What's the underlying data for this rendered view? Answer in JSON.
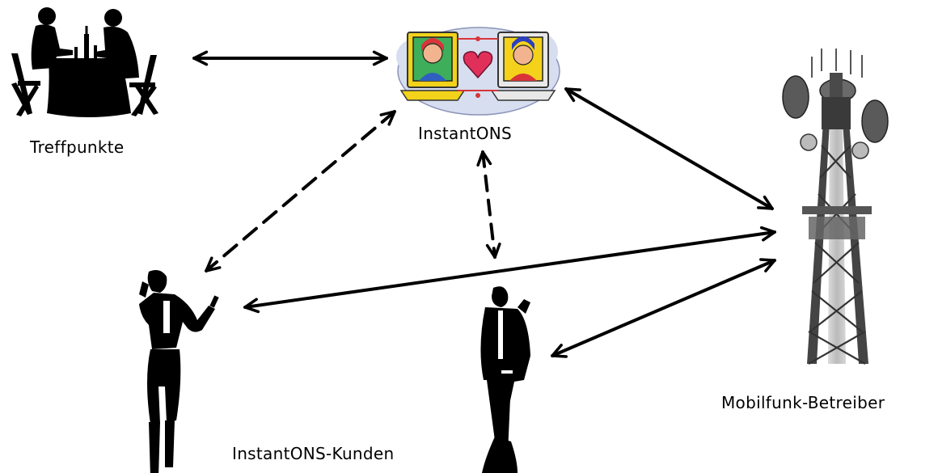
{
  "labels": {
    "meeting_points": "Treffpunkte",
    "service": "InstantONS",
    "operator": "Mobilfunk-Betreiber",
    "customers": "InstantONS-Kunden"
  },
  "colors": {
    "line": "#000000",
    "silhouette": "#000000",
    "monitor_bezel": "#f2d21a",
    "heart": "#e0305a",
    "cloud": "#cfd8ea",
    "tower": "#555555"
  },
  "icons": [
    "dining-couple-icon",
    "instantons-computers-icon",
    "cell-tower-icon",
    "woman-phone-icon",
    "man-phone-icon"
  ],
  "connections": [
    {
      "from": "meeting_points",
      "to": "service",
      "style": "solid"
    },
    {
      "from": "service",
      "to": "operator",
      "style": "solid"
    },
    {
      "from": "service",
      "to": "woman-customer",
      "style": "dashed"
    },
    {
      "from": "service",
      "to": "customers",
      "style": "dashed"
    },
    {
      "from": "woman-customer",
      "to": "operator",
      "style": "solid"
    },
    {
      "from": "man-customer",
      "to": "operator",
      "style": "solid"
    }
  ]
}
